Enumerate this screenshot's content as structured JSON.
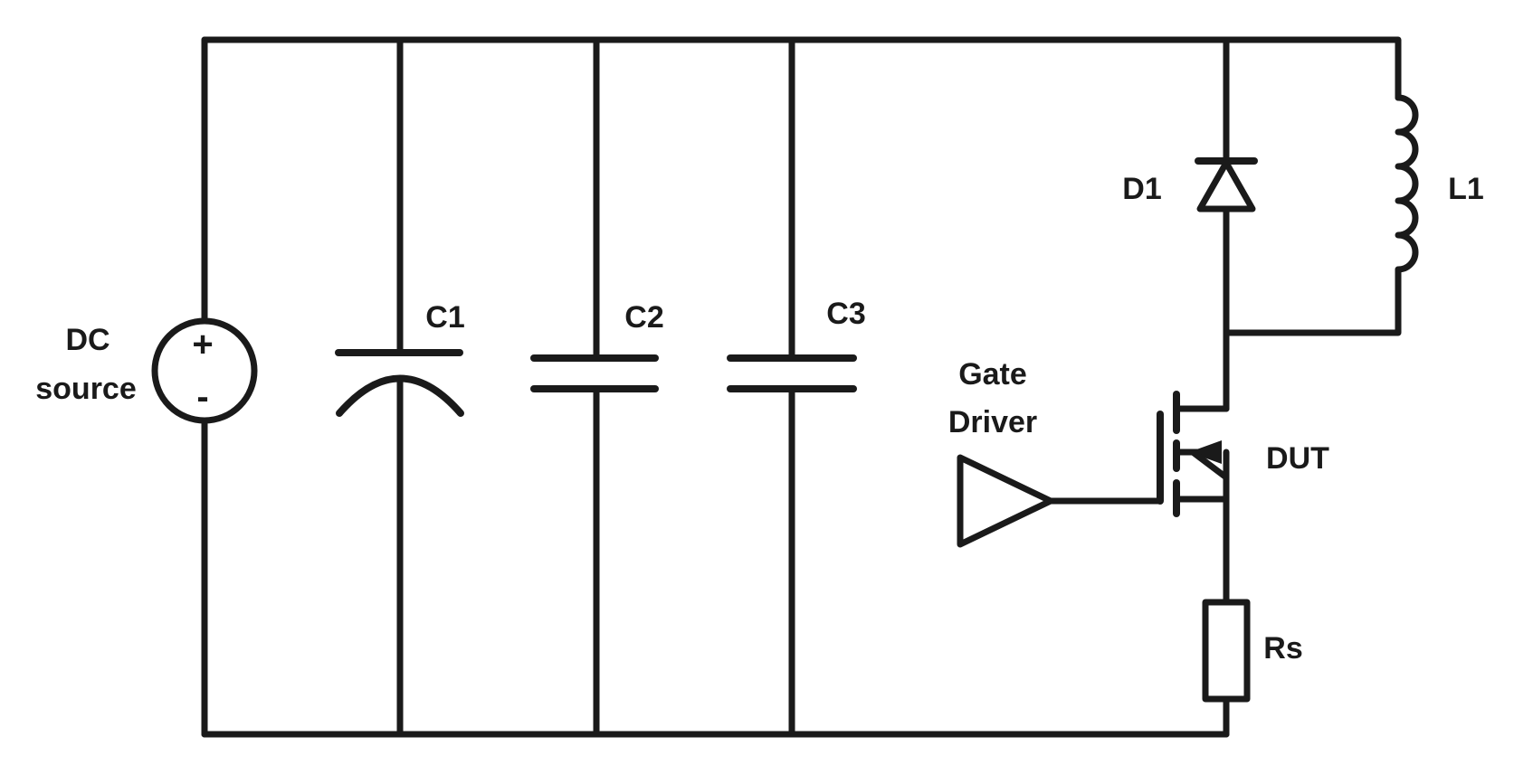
{
  "diagram": {
    "source_label_line1": "DC",
    "source_label_line2": "source",
    "source_plus": "+",
    "source_minus": "-",
    "c1_label": "C1",
    "c2_label": "C2",
    "c3_label": "C3",
    "d1_label": "D1",
    "l1_label": "L1",
    "driver_label_line1": "Gate",
    "driver_label_line2": "Driver",
    "dut_label": "DUT",
    "rs_label": "Rs"
  }
}
